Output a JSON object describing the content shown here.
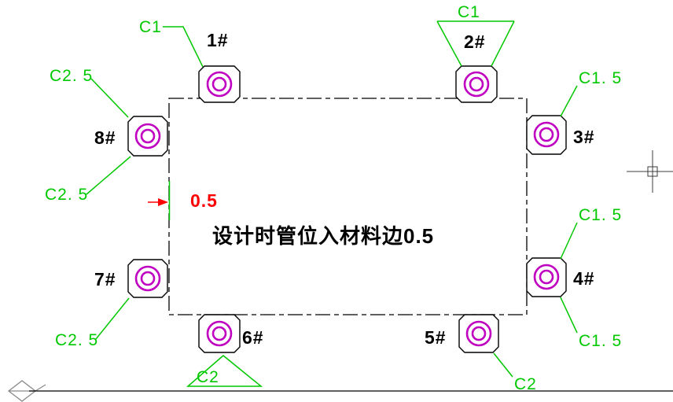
{
  "drawing": {
    "center_note": "设计时管位入材料边0.5",
    "edge_dimension": "0.5",
    "clamp_labels": {
      "c1": "1#",
      "c2": "2#",
      "c3": "3#",
      "c4": "4#",
      "c5": "5#",
      "c6": "6#",
      "c7": "7#",
      "c8": "8#"
    },
    "chamfer_labels": {
      "top_left": "C1",
      "top": "C1",
      "top_right": "C1. 5",
      "right_mid": "C1. 5",
      "right_bottom": "C1. 5",
      "bottom_right": "C2",
      "bottom_left": "C2",
      "left_top": "C2. 5",
      "left_mid": "C2. 5",
      "left_bottom": "C2. 5"
    },
    "colors": {
      "leader_green": "#00c800",
      "hole_magenta": "#c000c0",
      "dimension_red": "#ff0000",
      "outline_black": "#000000",
      "cursor_gray": "#3c3c3c",
      "ucs_gray": "#8a8a8a"
    }
  }
}
